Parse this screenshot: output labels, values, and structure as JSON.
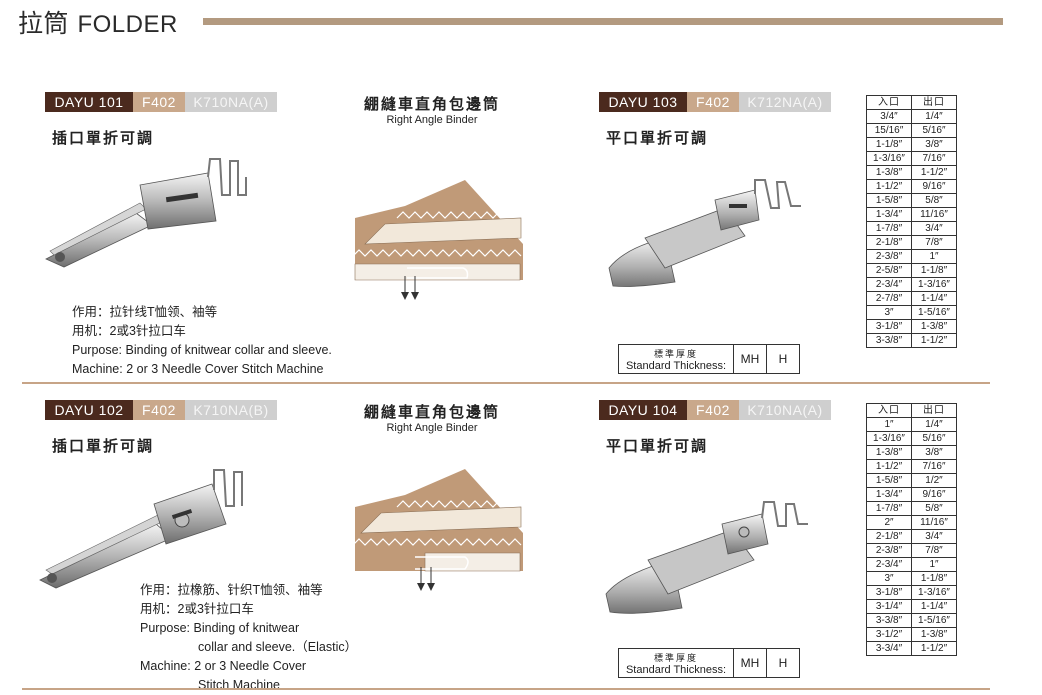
{
  "header": {
    "title_cn": "拉筒",
    "title_en": "FOLDER"
  },
  "sections": [
    {
      "model": "DAYU 101",
      "code": "F402",
      "variant": "K710NA(A)",
      "subtitle": "插口單折可調",
      "binder_cn": "綳縫車直角包邊筒",
      "binder_en": "Right Angle Binder",
      "desc": [
        "作用：拉针线T恤领、袖等",
        "用机：2或3针拉口车",
        "Purpose: Binding of knitwear collar and sleeve.",
        "Machine: 2 or 3 Needle Cover Stitch Machine"
      ]
    },
    {
      "model": "DAYU 103",
      "code": "F402",
      "variant": "K712NA(A)",
      "subtitle": "平口單折可調",
      "thickness": {
        "label_cn": "標準厚度",
        "label_en": "Standard Thickness:",
        "v1": "MH",
        "v2": "H"
      },
      "sizes": {
        "in_label": "入口",
        "out_label": "出口",
        "rows": [
          [
            "3/4″",
            "1/4″"
          ],
          [
            "15/16″",
            "5/16″"
          ],
          [
            "1-1/8″",
            "3/8″"
          ],
          [
            "1-3/16″",
            "7/16″"
          ],
          [
            "1-3/8″",
            "1-1/2″"
          ],
          [
            "1-1/2″",
            "9/16″"
          ],
          [
            "1-5/8″",
            "5/8″"
          ],
          [
            "1-3/4″",
            "11/16″"
          ],
          [
            "1-7/8″",
            "3/4″"
          ],
          [
            "2-1/8″",
            "7/8″"
          ],
          [
            "2-3/8″",
            "1″"
          ],
          [
            "2-5/8″",
            "1-1/8″"
          ],
          [
            "2-3/4″",
            "1-3/16″"
          ],
          [
            "2-7/8″",
            "1-1/4″"
          ],
          [
            "3″",
            "1-5/16″"
          ],
          [
            "3-1/8″",
            "1-3/8″"
          ],
          [
            "3-3/8″",
            "1-1/2″"
          ]
        ]
      }
    },
    {
      "model": "DAYU 102",
      "code": "F402",
      "variant": "K710NA(B)",
      "subtitle": "插口單折可調",
      "binder_cn": "綳縫車直角包邊筒",
      "binder_en": "Right Angle Binder",
      "desc": [
        "作用：拉橡筋、针织T恤领、袖等",
        "用机：2或3针拉口车",
        "Purpose: Binding of knitwear",
        "collar and sleeve.（Elastic）",
        "Machine: 2 or 3 Needle Cover",
        "Stitch Machine"
      ]
    },
    {
      "model": "DAYU 104",
      "code": "F402",
      "variant": "K710NA(A)",
      "subtitle": "平口單折可調",
      "thickness": {
        "label_cn": "標準厚度",
        "label_en": "Standard Thickness:",
        "v1": "MH",
        "v2": "H"
      },
      "sizes": {
        "in_label": "入口",
        "out_label": "出口",
        "rows": [
          [
            "1″",
            "1/4″"
          ],
          [
            "1-3/16″",
            "5/16″"
          ],
          [
            "1-3/8″",
            "3/8″"
          ],
          [
            "1-1/2″",
            "7/16″"
          ],
          [
            "1-5/8″",
            "1/2″"
          ],
          [
            "1-3/4″",
            "9/16″"
          ],
          [
            "1-7/8″",
            "5/8″"
          ],
          [
            "2″",
            "11/16″"
          ],
          [
            "2-1/8″",
            "3/4″"
          ],
          [
            "2-3/8″",
            "7/8″"
          ],
          [
            "2-3/4″",
            "1″"
          ],
          [
            "3″",
            "1-1/8″"
          ],
          [
            "3-1/8″",
            "1-3/16″"
          ],
          [
            "3-1/4″",
            "1-1/4″"
          ],
          [
            "3-3/8″",
            "1-5/16″"
          ],
          [
            "3-1/2″",
            "1-3/8″"
          ],
          [
            "3-3/4″",
            "1-1/2″"
          ]
        ]
      }
    }
  ],
  "colors": {
    "brown_dark": "#4b2a1e",
    "tan": "#c9a88b",
    "grey": "#cfcfcf",
    "fabric": "#c09a78",
    "rule": "#b39a80"
  }
}
